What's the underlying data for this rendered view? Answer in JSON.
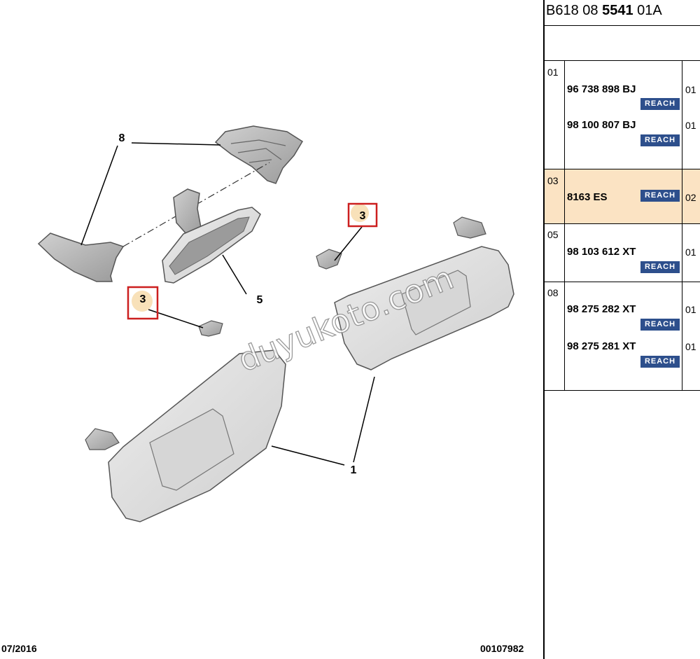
{
  "reference": {
    "prefix": "B618 08 ",
    "main": "5541",
    "suffix": " 01A"
  },
  "diagram": {
    "callouts": [
      "8",
      "5",
      "3",
      "3",
      "1"
    ],
    "watermark": "duyukoto.com"
  },
  "footer": {
    "date": "07/2016",
    "number": "00107982"
  },
  "colors": {
    "highlight_row": "#fbe3c3",
    "reach_badge": "#2d4f8c",
    "callout_box": "#cc1f1f"
  },
  "table": {
    "rows": [
      {
        "item": "01",
        "parts": [
          {
            "number": "96 738 898 BJ",
            "qty": "01",
            "badge": "REACH"
          },
          {
            "number": "98 100 807 BJ",
            "qty": "01",
            "badge": "REACH"
          }
        ]
      },
      {
        "item": "03",
        "highlighted": true,
        "parts": [
          {
            "number": "8163 ES",
            "qty": "02",
            "badge": "REACH"
          }
        ]
      },
      {
        "item": "05",
        "parts": [
          {
            "number": "98 103 612 XT",
            "qty": "01",
            "badge": "REACH"
          }
        ]
      },
      {
        "item": "08",
        "parts": [
          {
            "number": "98 275 282 XT",
            "qty": "01",
            "badge": "REACH"
          },
          {
            "number": "98 275 281 XT",
            "qty": "01",
            "badge": "REACH"
          }
        ]
      }
    ]
  }
}
